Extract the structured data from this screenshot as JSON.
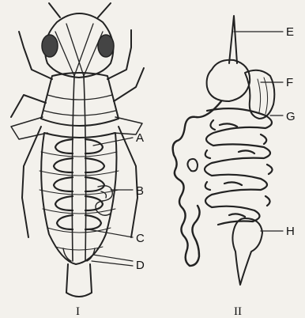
{
  "panels": [
    {
      "id": "I",
      "label": "I"
    },
    {
      "id": "II",
      "label": "II"
    }
  ],
  "labels": {
    "A": "A",
    "B": "B",
    "C": "C",
    "D": "D",
    "E": "E",
    "F": "F",
    "G": "G",
    "H": "H"
  },
  "colors": {
    "ink": "#222222",
    "paper": "#f3f1ec"
  }
}
